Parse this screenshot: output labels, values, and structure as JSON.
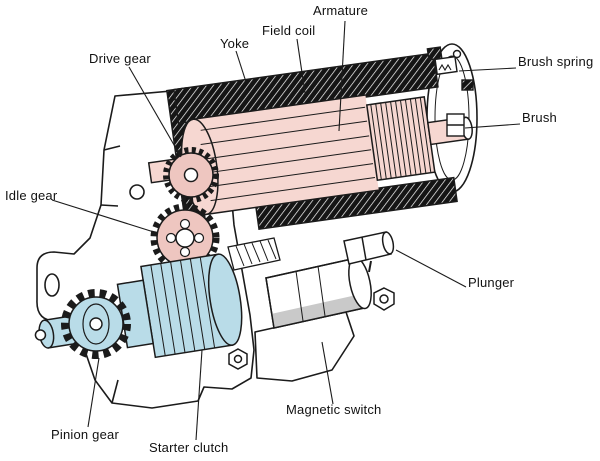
{
  "figure": {
    "labels": {
      "armature": "Armature",
      "field_coil": "Field coil",
      "yoke": "Yoke",
      "drive_gear": "Drive gear",
      "brush_spring": "Brush spring",
      "brush": "Brush",
      "idle_gear": "Idle gear",
      "plunger": "Plunger",
      "pinion_gear": "Pinion gear",
      "starter_clutch": "Starter clutch",
      "magnetic_switch": "Magnetic switch"
    },
    "colors": {
      "armature_pink": "#f6d7d1",
      "gear_pink": "#eec6c0",
      "clutch_blue": "#b9dce8",
      "shade_gray": "#c9c9c9",
      "line": "#1b1b1b",
      "background": "#ffffff"
    }
  }
}
